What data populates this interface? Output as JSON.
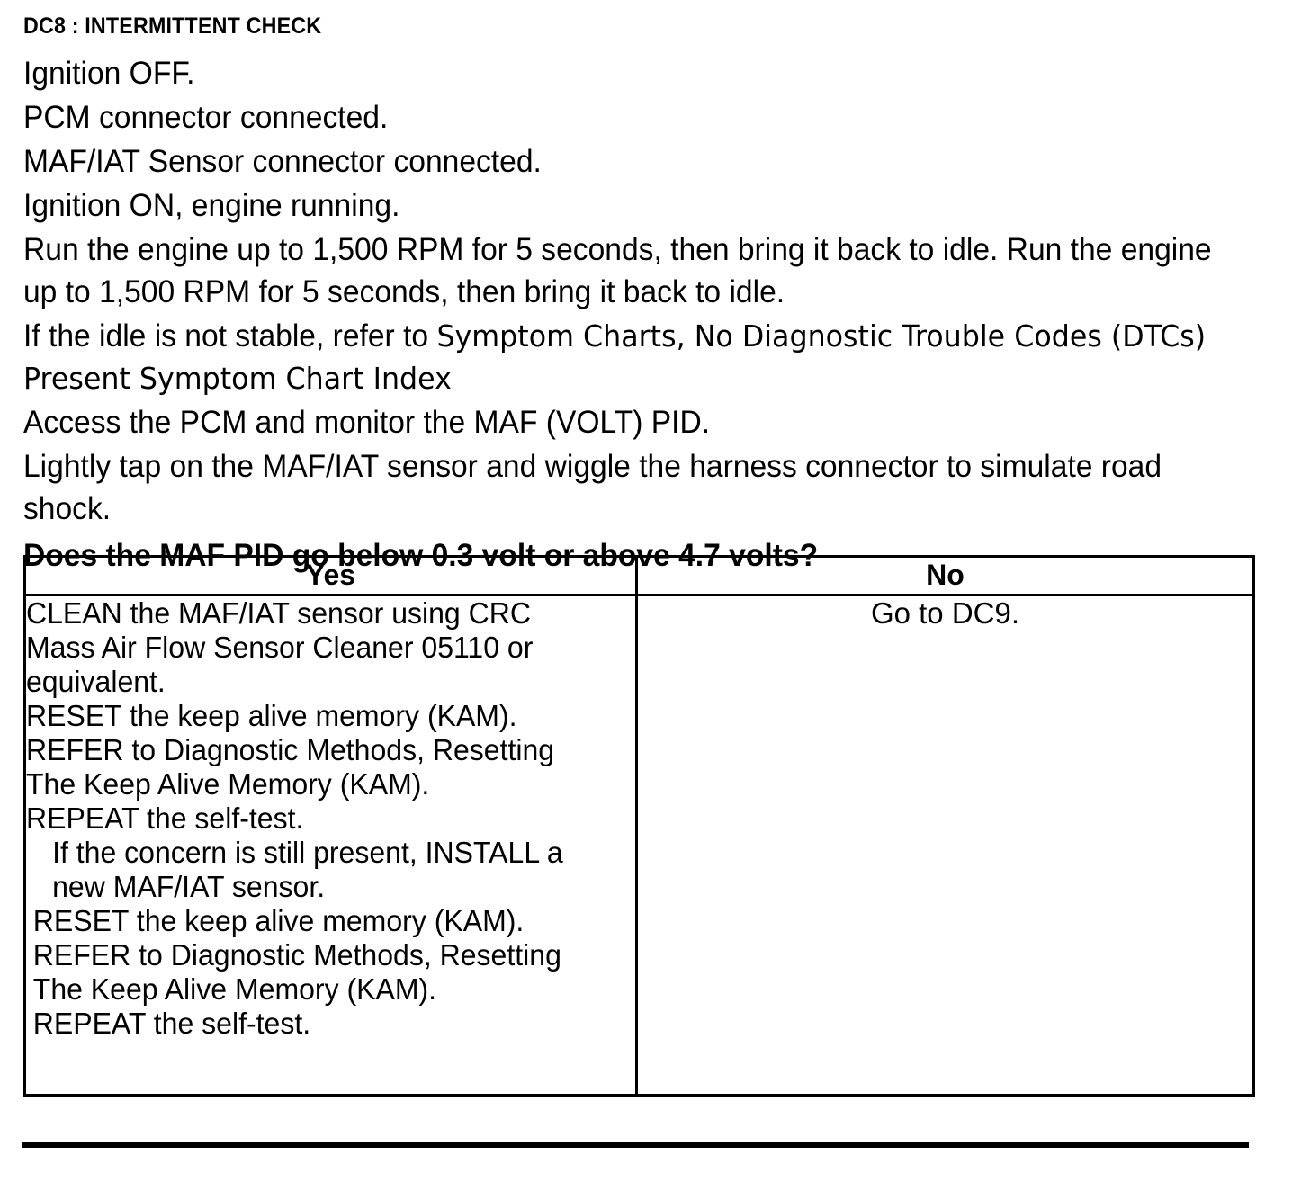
{
  "document": {
    "title": "DC8 : INTERMITTENT CHECK",
    "steps": [
      {
        "id": "step-ignition-off",
        "text": "Ignition OFF.",
        "bold": false
      },
      {
        "id": "step-pcm-connected",
        "text": "PCM connector connected.",
        "bold": false
      },
      {
        "id": "step-maf-iat-connected",
        "text": "MAF/IAT Sensor connector connected.",
        "bold": false
      },
      {
        "id": "step-ignition-on",
        "text": "Ignition ON, engine running.",
        "bold": false
      },
      {
        "id": "step-run-engine",
        "text": "Run the engine up to 1,500 RPM for 5 seconds, then bring it back to idle. Run the engine up to 1,500 RPM for 5 seconds, then bring it back to idle.",
        "bold": false
      },
      {
        "id": "step-idle-not-stable-a",
        "text": "If the idle is not stable, refer to ",
        "bold": false
      },
      {
        "id": "step-idle-not-stable-b",
        "text": "Symptom Charts, No Diagnostic Trouble Codes (DTCs) Present  Symptom Chart Index",
        "bold": false
      },
      {
        "id": "step-access-pcm",
        "text": "Access the PCM and monitor the  MAF (VOLT) PID.",
        "bold": false
      },
      {
        "id": "step-tap-sensor",
        "text": "Lightly tap on the MAF/IAT sensor and wiggle the harness connector to simulate road shock.",
        "bold": false
      },
      {
        "id": "step-question",
        "text": "Does the MAF  PID go below 0.3 volt or above 4.7 volts?",
        "bold": true
      }
    ],
    "decision_table": {
      "headers": [
        "Yes",
        "No"
      ],
      "yes_actions": [
        {
          "text": "CLEAN the MAF/IAT sensor using CRC",
          "indent": "none"
        },
        {
          "text": "Mass Air Flow Sensor Cleaner 05110 or",
          "indent": "none"
        },
        {
          "text": "equivalent.",
          "indent": "none"
        },
        {
          "text": "RESET the keep alive memory (KAM).",
          "indent": "none"
        },
        {
          "text": "REFER to Diagnostic Methods,  Resetting",
          "indent": "none"
        },
        {
          "text": "The Keep Alive Memory (KAM).",
          "indent": "none"
        },
        {
          "text": "REPEAT the self-test.",
          "indent": "none"
        },
        {
          "text": "If the concern is still present, INSTALL a",
          "indent": "one"
        },
        {
          "text": "new MAF/IAT sensor.",
          "indent": "one"
        },
        {
          "text": "RESET the keep alive memory (KAM).",
          "indent": "half"
        },
        {
          "text": "REFER to Diagnostic Methods,  Resetting",
          "indent": "half"
        },
        {
          "text": "The Keep Alive Memory (KAM).",
          "indent": "half"
        },
        {
          "text": "REPEAT the self-test.",
          "indent": "half"
        }
      ],
      "no_action": "Go to DC9."
    }
  }
}
